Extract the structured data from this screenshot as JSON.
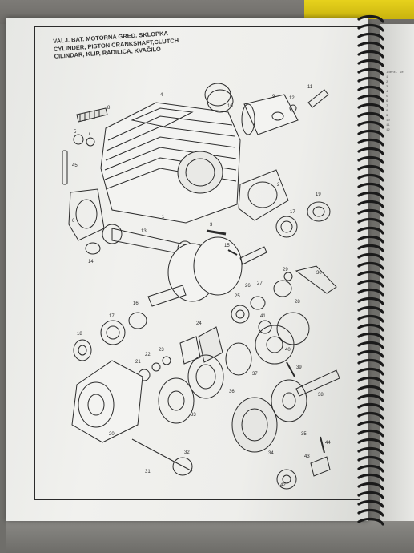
{
  "document": {
    "title_lines": [
      "VALJ. BAT. MOTORNA GRED. SKLOPKA",
      "CYLINDER, PISTON CRANKSHAFT,CLUTCH",
      "CILINDAR, KLIP, RADILICA, KVAČILO"
    ]
  },
  "diagram": {
    "part_labels": [
      "1",
      "2",
      "3",
      "4",
      "5",
      "6",
      "7",
      "8",
      "9",
      "10",
      "11",
      "12",
      "13",
      "14",
      "15",
      "16",
      "17",
      "17",
      "18",
      "19",
      "20",
      "21",
      "22",
      "23",
      "24",
      "25",
      "26",
      "27",
      "28",
      "29",
      "30",
      "31",
      "32",
      "33",
      "34",
      "35",
      "36",
      "37",
      "38",
      "39",
      "40",
      "41",
      "42",
      "43",
      "44",
      "45"
    ]
  },
  "right_page": {
    "header": "Ident. Se",
    "rows": [
      "1",
      "2",
      "3",
      "4",
      "5",
      "6",
      "7",
      "8",
      "9",
      "10",
      "11",
      "12"
    ]
  },
  "colors": {
    "paper": "#eeeeeb",
    "ink": "#2b2b2b",
    "desk": "#6f6e6a",
    "binder_spiral": "#1a1a1a",
    "yellow_folder": "#d9c414"
  }
}
